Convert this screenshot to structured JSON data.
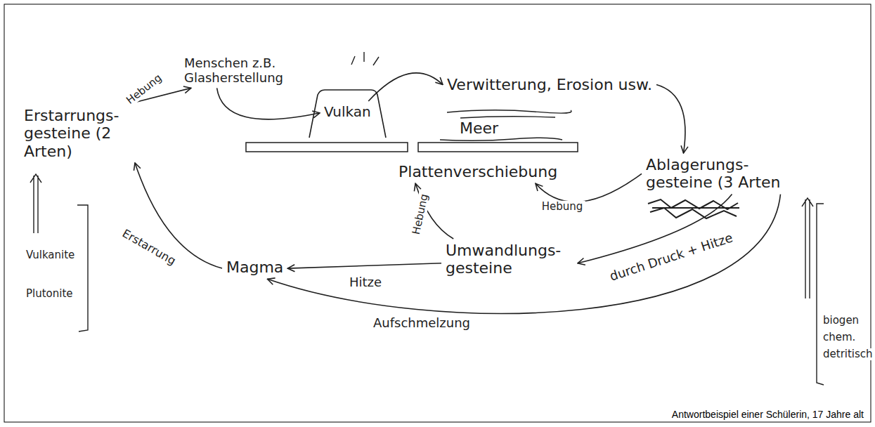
{
  "diagram": {
    "caption": "Antwortbeispiel einer Schülerin, 17 Jahre alt",
    "nodes": [
      {
        "text": [
          "Menschen z.B. Glasherstellung"
        ]
      },
      {
        "text": [
          "Vulkan"
        ]
      },
      {
        "text": [
          "Verwitterung, Erosion usw."
        ]
      },
      {
        "text": [
          "Meer"
        ]
      },
      {
        "text": [
          "Plattenverschiebung"
        ]
      },
      {
        "text": [
          "Ablagerungs- gesteine (3 Arten"
        ]
      },
      {
        "text": [
          "Erstarrungs- gesteine (2 Arten)"
        ]
      },
      {
        "text": [
          "Magma"
        ]
      },
      {
        "text": [
          "Umwandlungs- gesteine"
        ]
      }
    ],
    "edges": [
      {
        "from": 6,
        "to": 0,
        "label": "Hebung",
        "arrow": "to"
      },
      {
        "from": 0,
        "to": 1,
        "arrow": "to"
      },
      {
        "from": 1,
        "to": 2,
        "arrow": "to"
      },
      {
        "from": 2,
        "to": 5,
        "arrow": "to"
      },
      {
        "from": 5,
        "to": 4,
        "label": "Hebung",
        "arrow": "to"
      },
      {
        "from": 8,
        "to": 4,
        "label": "Hebung",
        "arrow": "to"
      },
      {
        "from": 5,
        "to": 8,
        "label": "durch Druck + Hitze",
        "arrow": "to"
      },
      {
        "from": 8,
        "to": 7,
        "label": "Hitze",
        "arrow": "to"
      },
      {
        "from": 7,
        "to": 6,
        "label": "Erstarrung",
        "arrow": "to"
      },
      {
        "from": 5,
        "to": 7,
        "label": "Aufschmelzung",
        "arrow": "to"
      }
    ],
    "labels": [
      "Vulkanite",
      "Plutonite",
      "biogen",
      "chem.",
      "detritisch"
    ]
  }
}
